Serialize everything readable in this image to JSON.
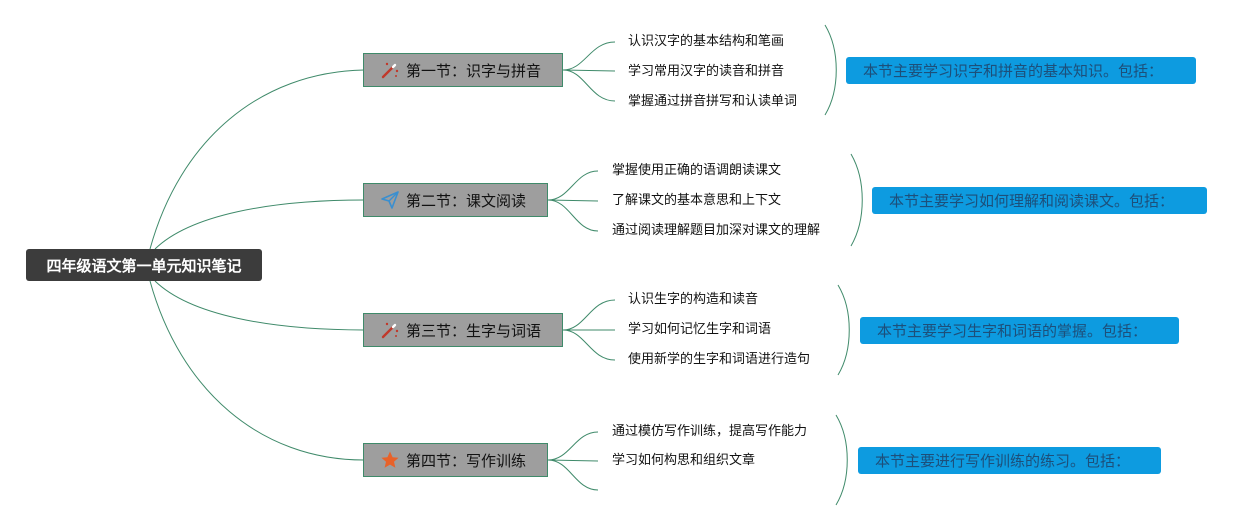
{
  "root": {
    "title": "四年级语文第一单元知识笔记"
  },
  "sections": [
    {
      "title": "第一节：识字与拼音",
      "icon": "magic-wand-icon",
      "items": [
        "认识汉字的基本结构和笔画",
        "学习常用汉字的读音和拼音",
        "掌握通过拼音拼写和认读单词"
      ],
      "summary": "本节主要学习识字和拼音的基本知识。包括："
    },
    {
      "title": "第二节：课文阅读",
      "icon": "paper-plane-icon",
      "items": [
        "掌握使用正确的语调朗读课文",
        "了解课文的基本意思和上下文",
        "通过阅读理解题目加深对课文的理解"
      ],
      "summary": "本节主要学习如何理解和阅读课文。包括："
    },
    {
      "title": "第三节：生字与词语",
      "icon": "magic-wand-icon",
      "items": [
        "认识生字的构造和读音",
        "学习如何记忆生字和词语",
        "使用新学的生字和词语进行造句"
      ],
      "summary": "本节主要学习生字和词语的掌握。包括："
    },
    {
      "title": "第四节：写作训练",
      "icon": "star-icon",
      "items": [
        "通过模仿写作训练，提高写作能力",
        "学习如何构思和组织文章",
        ""
      ],
      "summary": "本节主要进行写作训练的练习。包括："
    }
  ],
  "colors": {
    "connector": "#3f8a6a",
    "root_fill": "#3c3c3c",
    "section_fill": "#9e9e9e",
    "summary_fill": "#0d9be0",
    "summary_text": "#1d4f7a",
    "wand_icon": "#c0392b",
    "plane_icon": "#3a8fd0",
    "star_icon": "#e8622a"
  }
}
